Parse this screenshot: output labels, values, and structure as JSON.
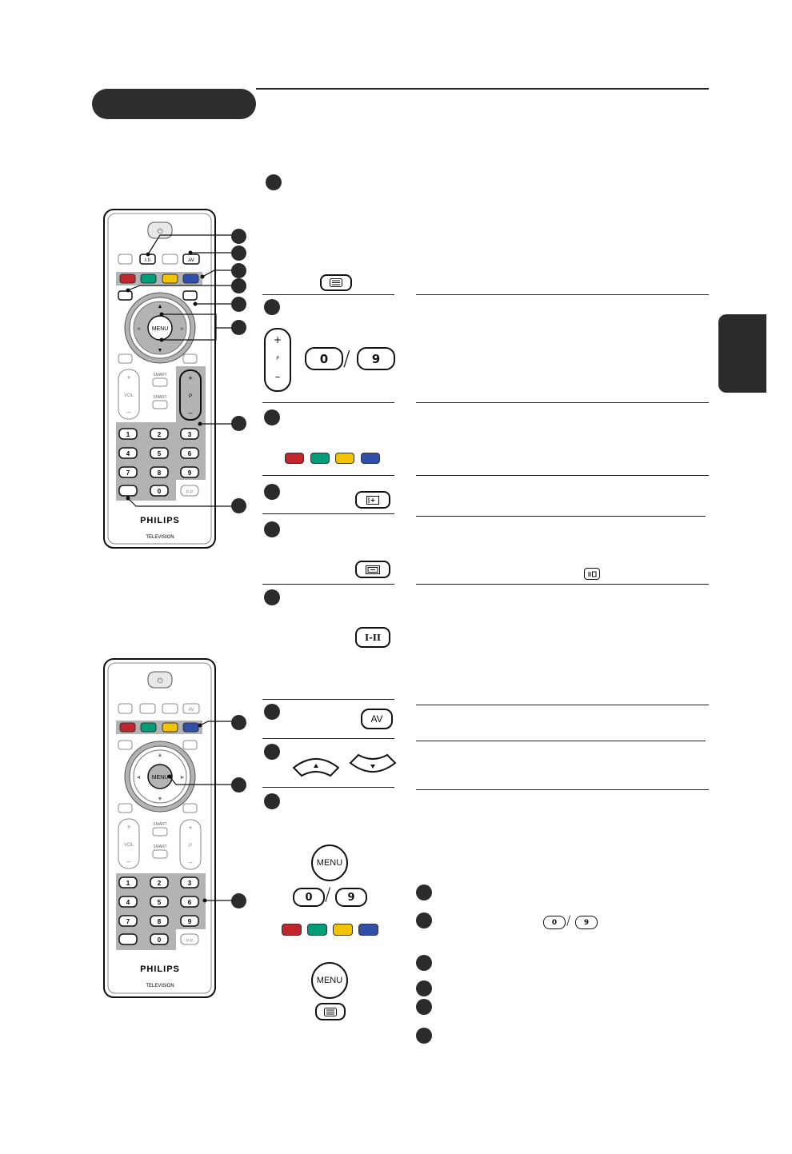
{
  "remote_top": {
    "brand": "PHILIPS",
    "subbrand": "TELEVISION",
    "av_label": "AV",
    "menu_label": "MENU",
    "smart_label": "SMART",
    "vol_label": "VOL",
    "p_label": "P",
    "pip_label": "P-P",
    "digits": [
      "1",
      "2",
      "3",
      "4",
      "5",
      "6",
      "7",
      "8",
      "9",
      "0"
    ]
  },
  "remote_bottom": {
    "brand": "PHILIPS",
    "subbrand": "TELEVISION",
    "av_label": "AV",
    "menu_label": "MENU",
    "smart_label": "SMART",
    "vol_label": "VOL",
    "p_label": "P",
    "pip_label": "P-P",
    "digits": [
      "1",
      "2",
      "3",
      "4",
      "5",
      "6",
      "7",
      "8",
      "9",
      "0"
    ]
  },
  "keys": {
    "zero": "0",
    "nine": "9",
    "p_label": "P",
    "av": "AV",
    "menu": "MENU",
    "dual_sound": "I-II"
  },
  "colors": {
    "red": "#c0272d",
    "green": "#009d78",
    "yellow": "#f2c300",
    "blue": "#2f4fa8",
    "dark": "#2b2b2b",
    "highlight": "#b3b3b3"
  }
}
